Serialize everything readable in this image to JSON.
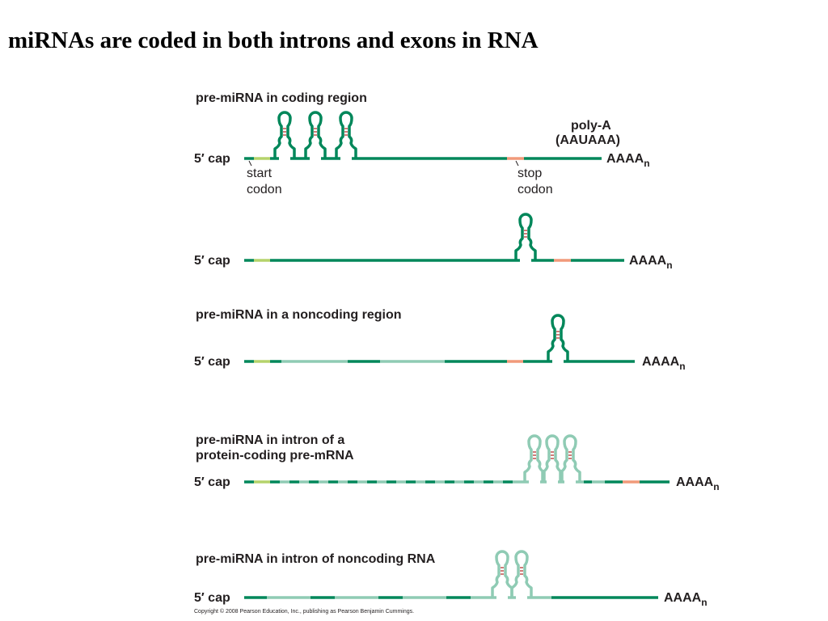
{
  "title": "miRNAs are coded in both introns and exons in RNA",
  "colors": {
    "exon": "#00875a",
    "intron": "#8fcbb4",
    "start_codon": "#b5d36b",
    "stop_codon": "#f19a7a",
    "base_pair": "#c0504d",
    "text": "#231f20"
  },
  "labels": {
    "five_prime_cap": "5′  cap",
    "poly_a_tail": "AAAA",
    "poly_a_subscript": "n",
    "start_codon_line1": "start",
    "start_codon_line2": "codon",
    "stop_codon_line1": "stop",
    "stop_codon_line2": "codon",
    "poly_a_signal_line1": "poly-A",
    "poly_a_signal_line2": "(AAUAAA)"
  },
  "panels": [
    {
      "heading_line1": "pre-miRNA in coding region",
      "heading_line2": "",
      "hairpins": 3,
      "hairpin_style": "exon"
    },
    {
      "heading_line1": "",
      "heading_line2": "",
      "hairpins": 1,
      "hairpin_style": "exon"
    },
    {
      "heading_line1": "pre-miRNA in a noncoding region",
      "heading_line2": "",
      "hairpins": 1,
      "hairpin_style": "exon"
    },
    {
      "heading_line1": "pre-miRNA in intron of a",
      "heading_line2": "protein-coding pre-mRNA",
      "hairpins": 3,
      "hairpin_style": "intron"
    },
    {
      "heading_line1": "pre-miRNA in intron of noncoding RNA",
      "heading_line2": "",
      "hairpins": 2,
      "hairpin_style": "intron"
    }
  ],
  "copyright": "Copyright © 2008 Pearson Education, Inc., publishing as Pearson Benjamin Cummings."
}
